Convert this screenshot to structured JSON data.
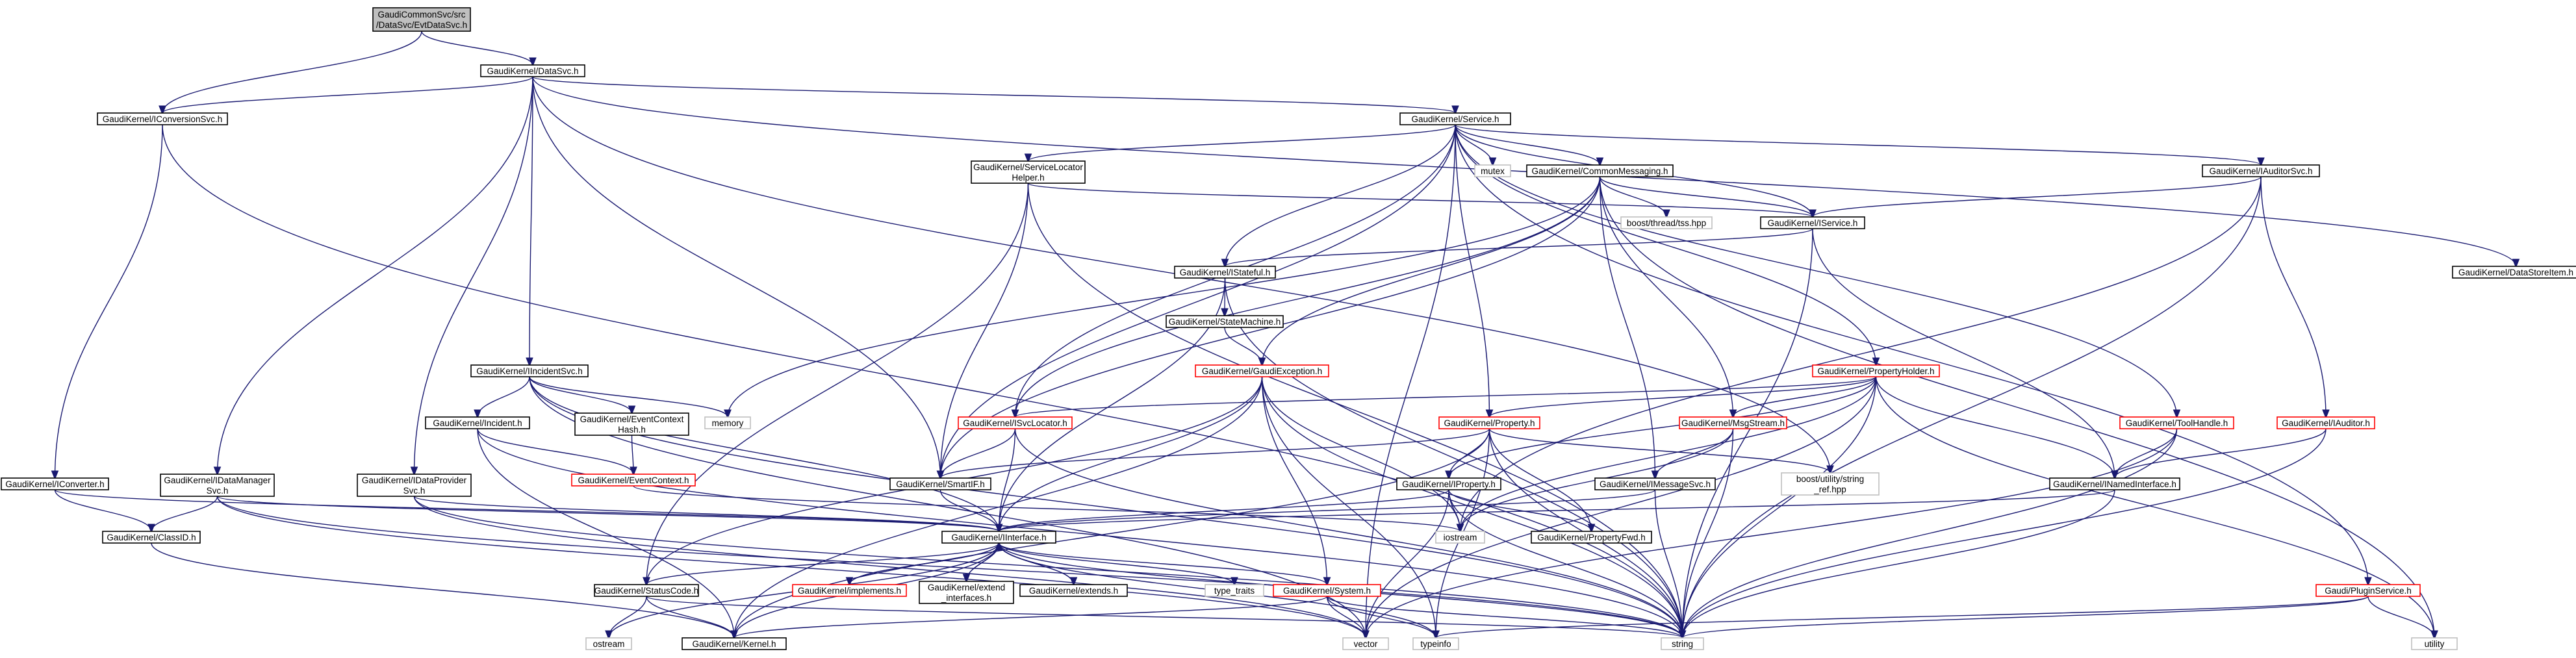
{
  "colors": {
    "edge": "#191970",
    "border_default": "#000000",
    "border_truncated": "#ff0000",
    "border_external": "#bfbfbf",
    "fill_default": "#ffffff",
    "fill_root": "#bfbfbf",
    "text_default": "#000000"
  },
  "nodes": [
    {
      "id": "root",
      "lines": [
        "GaudiCommonSvc/src",
        "/DataSvc/EvtDataSvc.h"
      ],
      "kind": "root"
    },
    {
      "id": "DataSvc",
      "lines": [
        "GaudiKernel/DataSvc.h"
      ],
      "kind": "normal"
    },
    {
      "id": "IConversionSvc",
      "lines": [
        "GaudiKernel/IConversionSvc.h"
      ],
      "kind": "normal"
    },
    {
      "id": "Service",
      "lines": [
        "GaudiKernel/Service.h"
      ],
      "kind": "normal"
    },
    {
      "id": "mutex",
      "lines": [
        "mutex"
      ],
      "kind": "external"
    },
    {
      "id": "CommonMessaging",
      "lines": [
        "GaudiKernel/CommonMessaging.h"
      ],
      "kind": "normal"
    },
    {
      "id": "SvcLocatorHelper",
      "lines": [
        "GaudiKernel/ServiceLocator",
        "Helper.h"
      ],
      "kind": "normal"
    },
    {
      "id": "boostThread",
      "lines": [
        "boost/thread/tss.hpp"
      ],
      "kind": "external"
    },
    {
      "id": "IService",
      "lines": [
        "GaudiKernel/IService.h"
      ],
      "kind": "normal"
    },
    {
      "id": "IAuditorSvc",
      "lines": [
        "GaudiKernel/IAuditorSvc.h"
      ],
      "kind": "normal"
    },
    {
      "id": "DataStoreItem",
      "lines": [
        "GaudiKernel/DataStoreItem.h"
      ],
      "kind": "normal"
    },
    {
      "id": "IStateful",
      "lines": [
        "GaudiKernel/IStateful.h"
      ],
      "kind": "normal"
    },
    {
      "id": "StateMachine",
      "lines": [
        "GaudiKernel/StateMachine.h"
      ],
      "kind": "normal"
    },
    {
      "id": "GaudiException",
      "lines": [
        "GaudiKernel/GaudiException.h"
      ],
      "kind": "truncated"
    },
    {
      "id": "PropertyHolder",
      "lines": [
        "GaudiKernel/PropertyHolder.h"
      ],
      "kind": "truncated"
    },
    {
      "id": "IIncidentSvc",
      "lines": [
        "GaudiKernel/IIncidentSvc.h"
      ],
      "kind": "normal"
    },
    {
      "id": "memory",
      "lines": [
        "memory"
      ],
      "kind": "external"
    },
    {
      "id": "Incident",
      "lines": [
        "GaudiKernel/Incident.h"
      ],
      "kind": "normal"
    },
    {
      "id": "EventContextHash",
      "lines": [
        "GaudiKernel/EventContext",
        "Hash.h"
      ],
      "kind": "normal"
    },
    {
      "id": "ISvcLocator",
      "lines": [
        "GaudiKernel/ISvcLocator.h"
      ],
      "kind": "truncated"
    },
    {
      "id": "Property",
      "lines": [
        "GaudiKernel/Property.h"
      ],
      "kind": "truncated"
    },
    {
      "id": "MsgStream",
      "lines": [
        "GaudiKernel/MsgStream.h"
      ],
      "kind": "truncated"
    },
    {
      "id": "ToolHandle",
      "lines": [
        "GaudiKernel/ToolHandle.h"
      ],
      "kind": "truncated"
    },
    {
      "id": "IAuditor",
      "lines": [
        "GaudiKernel/IAuditor.h"
      ],
      "kind": "truncated"
    },
    {
      "id": "EventContext",
      "lines": [
        "GaudiKernel/EventContext.h"
      ],
      "kind": "truncated"
    },
    {
      "id": "IConverter",
      "lines": [
        "GaudiKernel/IConverter.h"
      ],
      "kind": "normal"
    },
    {
      "id": "IDataManagerSvc",
      "lines": [
        "GaudiKernel/IDataManager",
        "Svc.h"
      ],
      "kind": "normal"
    },
    {
      "id": "IDataProviderSvc",
      "lines": [
        "GaudiKernel/IDataProvider",
        "Svc.h"
      ],
      "kind": "normal"
    },
    {
      "id": "SmartIF",
      "lines": [
        "GaudiKernel/SmartIF.h"
      ],
      "kind": "normal"
    },
    {
      "id": "IProperty",
      "lines": [
        "GaudiKernel/IProperty.h"
      ],
      "kind": "normal"
    },
    {
      "id": "boostStringRef",
      "lines": [
        "boost/utility/string",
        "_ref.hpp"
      ],
      "kind": "external"
    },
    {
      "id": "IMessageSvc",
      "lines": [
        "GaudiKernel/IMessageSvc.h"
      ],
      "kind": "normal"
    },
    {
      "id": "INamedInterface",
      "lines": [
        "GaudiKernel/INamedInterface.h"
      ],
      "kind": "normal"
    },
    {
      "id": "ClassID",
      "lines": [
        "GaudiKernel/ClassID.h"
      ],
      "kind": "normal"
    },
    {
      "id": "IInterface",
      "lines": [
        "GaudiKernel/IInterface.h"
      ],
      "kind": "normal"
    },
    {
      "id": "iostream",
      "lines": [
        "iostream"
      ],
      "kind": "external"
    },
    {
      "id": "PropertyFwd",
      "lines": [
        "GaudiKernel/PropertyFwd.h"
      ],
      "kind": "normal"
    },
    {
      "id": "StatusCode",
      "lines": [
        "GaudiKernel/StatusCode.h"
      ],
      "kind": "normal"
    },
    {
      "id": "implements",
      "lines": [
        "GaudiKernel/implements.h"
      ],
      "kind": "truncated"
    },
    {
      "id": "extendInterfaces",
      "lines": [
        "GaudiKernel/extend",
        "_interfaces.h"
      ],
      "kind": "normal"
    },
    {
      "id": "extends",
      "lines": [
        "GaudiKernel/extends.h"
      ],
      "kind": "normal"
    },
    {
      "id": "typeTraits",
      "lines": [
        "type_traits"
      ],
      "kind": "external"
    },
    {
      "id": "System",
      "lines": [
        "GaudiKernel/System.h"
      ],
      "kind": "truncated"
    },
    {
      "id": "PluginService",
      "lines": [
        "Gaudi/PluginService.h"
      ],
      "kind": "truncated"
    },
    {
      "id": "ostream",
      "lines": [
        "ostream"
      ],
      "kind": "external"
    },
    {
      "id": "Kernel",
      "lines": [
        "GaudiKernel/Kernel.h"
      ],
      "kind": "normal"
    },
    {
      "id": "vector",
      "lines": [
        "vector"
      ],
      "kind": "external"
    },
    {
      "id": "typeinfo",
      "lines": [
        "typeinfo"
      ],
      "kind": "external"
    },
    {
      "id": "string",
      "lines": [
        "string"
      ],
      "kind": "external"
    },
    {
      "id": "utility",
      "lines": [
        "utility"
      ],
      "kind": "external"
    }
  ],
  "edges": [
    [
      "root",
      "DataSvc"
    ],
    [
      "root",
      "IConversionSvc"
    ],
    [
      "DataSvc",
      "IConversionSvc"
    ],
    [
      "DataSvc",
      "Service"
    ],
    [
      "DataSvc",
      "DataStoreItem"
    ],
    [
      "DataSvc",
      "IIncidentSvc"
    ],
    [
      "DataSvc",
      "IDataManagerSvc"
    ],
    [
      "DataSvc",
      "IDataProviderSvc"
    ],
    [
      "DataSvc",
      "SmartIF"
    ],
    [
      "DataSvc",
      "boostStringRef"
    ],
    [
      "IConversionSvc",
      "IConverter"
    ],
    [
      "IConversionSvc",
      "string"
    ],
    [
      "Service",
      "mutex"
    ],
    [
      "Service",
      "CommonMessaging"
    ],
    [
      "Service",
      "SvcLocatorHelper"
    ],
    [
      "Service",
      "IService"
    ],
    [
      "Service",
      "IAuditorSvc"
    ],
    [
      "Service",
      "IStateful"
    ],
    [
      "Service",
      "PropertyHolder"
    ],
    [
      "Service",
      "ISvcLocator"
    ],
    [
      "Service",
      "SmartIF"
    ],
    [
      "Service",
      "Property"
    ],
    [
      "Service",
      "ToolHandle"
    ],
    [
      "Service",
      "PluginService"
    ],
    [
      "Service",
      "vector"
    ],
    [
      "CommonMessaging",
      "boostThread"
    ],
    [
      "CommonMessaging",
      "IService"
    ],
    [
      "CommonMessaging",
      "MsgStream"
    ],
    [
      "CommonMessaging",
      "IMessageSvc"
    ],
    [
      "CommonMessaging",
      "GaudiException"
    ],
    [
      "CommonMessaging",
      "ISvcLocator"
    ],
    [
      "CommonMessaging",
      "SmartIF"
    ],
    [
      "CommonMessaging",
      "memory"
    ],
    [
      "CommonMessaging",
      "utility"
    ],
    [
      "SvcLocatorHelper",
      "IService"
    ],
    [
      "SvcLocatorHelper",
      "SmartIF"
    ],
    [
      "SvcLocatorHelper",
      "StatusCode"
    ],
    [
      "SvcLocatorHelper",
      "string"
    ],
    [
      "IService",
      "IStateful"
    ],
    [
      "IService",
      "INamedInterface"
    ],
    [
      "IService",
      "string"
    ],
    [
      "IAuditorSvc",
      "IService"
    ],
    [
      "IAuditorSvc",
      "IAuditor"
    ],
    [
      "IAuditorSvc",
      "string"
    ],
    [
      "IAuditorSvc",
      "iostream"
    ],
    [
      "IStateful",
      "StateMachine"
    ],
    [
      "IStateful",
      "IInterface"
    ],
    [
      "IStateful",
      "string"
    ],
    [
      "StateMachine",
      "GaudiException"
    ],
    [
      "GaudiException",
      "IInterface"
    ],
    [
      "GaudiException",
      "System"
    ],
    [
      "GaudiException",
      "Kernel"
    ],
    [
      "GaudiException",
      "iostream"
    ],
    [
      "GaudiException",
      "string"
    ],
    [
      "GaudiException",
      "typeinfo"
    ],
    [
      "GaudiException",
      "StatusCode"
    ],
    [
      "PropertyHolder",
      "ISvcLocator"
    ],
    [
      "PropertyHolder",
      "Property"
    ],
    [
      "PropertyHolder",
      "MsgStream"
    ],
    [
      "PropertyHolder",
      "IProperty"
    ],
    [
      "PropertyHolder",
      "INamedInterface"
    ],
    [
      "PropertyHolder",
      "iostream"
    ],
    [
      "PropertyHolder",
      "string"
    ],
    [
      "PropertyHolder",
      "utility"
    ],
    [
      "PropertyHolder",
      "vector"
    ],
    [
      "IIncidentSvc",
      "memory"
    ],
    [
      "IIncidentSvc",
      "Incident"
    ],
    [
      "IIncidentSvc",
      "EventContextHash"
    ],
    [
      "IIncidentSvc",
      "IInterface"
    ],
    [
      "IIncidentSvc",
      "vector"
    ],
    [
      "IIncidentSvc",
      "string"
    ],
    [
      "Incident",
      "EventContext"
    ],
    [
      "Incident",
      "Kernel"
    ],
    [
      "Incident",
      "string"
    ],
    [
      "EventContextHash",
      "EventContext"
    ],
    [
      "EventContext",
      "iostream"
    ],
    [
      "ISvcLocator",
      "SmartIF"
    ],
    [
      "ISvcLocator",
      "IInterface"
    ],
    [
      "ISvcLocator",
      "string"
    ],
    [
      "Property",
      "SmartIF"
    ],
    [
      "Property",
      "IProperty"
    ],
    [
      "Property",
      "PropertyFwd"
    ],
    [
      "Property",
      "boostStringRef"
    ],
    [
      "Property",
      "string"
    ],
    [
      "Property",
      "typeinfo"
    ],
    [
      "Property",
      "Kernel"
    ],
    [
      "MsgStream",
      "IMessageSvc"
    ],
    [
      "MsgStream",
      "iostream"
    ],
    [
      "MsgStream",
      "string"
    ],
    [
      "ToolHandle",
      "INamedInterface"
    ],
    [
      "ToolHandle",
      "string"
    ],
    [
      "ToolHandle",
      "vector"
    ],
    [
      "IAuditor",
      "INamedInterface"
    ],
    [
      "IAuditor",
      "string"
    ],
    [
      "IConverter",
      "ClassID"
    ],
    [
      "IConverter",
      "IInterface"
    ],
    [
      "IDataManagerSvc",
      "ClassID"
    ],
    [
      "IDataManagerSvc",
      "IInterface"
    ],
    [
      "IDataManagerSvc",
      "string"
    ],
    [
      "IDataManagerSvc",
      "vector"
    ],
    [
      "IDataProviderSvc",
      "IInterface"
    ],
    [
      "IDataProviderSvc",
      "string"
    ],
    [
      "IDataProviderSvc",
      "vector"
    ],
    [
      "SmartIF",
      "IInterface"
    ],
    [
      "IProperty",
      "IInterface"
    ],
    [
      "IProperty",
      "PropertyFwd"
    ],
    [
      "IProperty",
      "iostream"
    ],
    [
      "IProperty",
      "string"
    ],
    [
      "IProperty",
      "vector"
    ],
    [
      "IMessageSvc",
      "IInterface"
    ],
    [
      "IMessageSvc",
      "string"
    ],
    [
      "INamedInterface",
      "IInterface"
    ],
    [
      "INamedInterface",
      "string"
    ],
    [
      "ClassID",
      "Kernel"
    ],
    [
      "IInterface",
      "StatusCode"
    ],
    [
      "IInterface",
      "implements"
    ],
    [
      "IInterface",
      "extendInterfaces"
    ],
    [
      "IInterface",
      "extends"
    ],
    [
      "IInterface",
      "typeTraits"
    ],
    [
      "IInterface",
      "System"
    ],
    [
      "IInterface",
      "Kernel"
    ],
    [
      "IInterface",
      "ostream"
    ],
    [
      "IInterface",
      "string"
    ],
    [
      "IInterface",
      "typeinfo"
    ],
    [
      "StatusCode",
      "ostream"
    ],
    [
      "StatusCode",
      "Kernel"
    ],
    [
      "StatusCode",
      "string"
    ],
    [
      "implements",
      "IInterface"
    ],
    [
      "extendInterfaces",
      "IInterface"
    ],
    [
      "extends",
      "IInterface"
    ],
    [
      "System",
      "Kernel"
    ],
    [
      "System",
      "string"
    ],
    [
      "System",
      "typeinfo"
    ],
    [
      "System",
      "vector"
    ],
    [
      "PluginService",
      "string"
    ],
    [
      "PluginService",
      "typeinfo"
    ],
    [
      "PluginService",
      "utility"
    ]
  ]
}
